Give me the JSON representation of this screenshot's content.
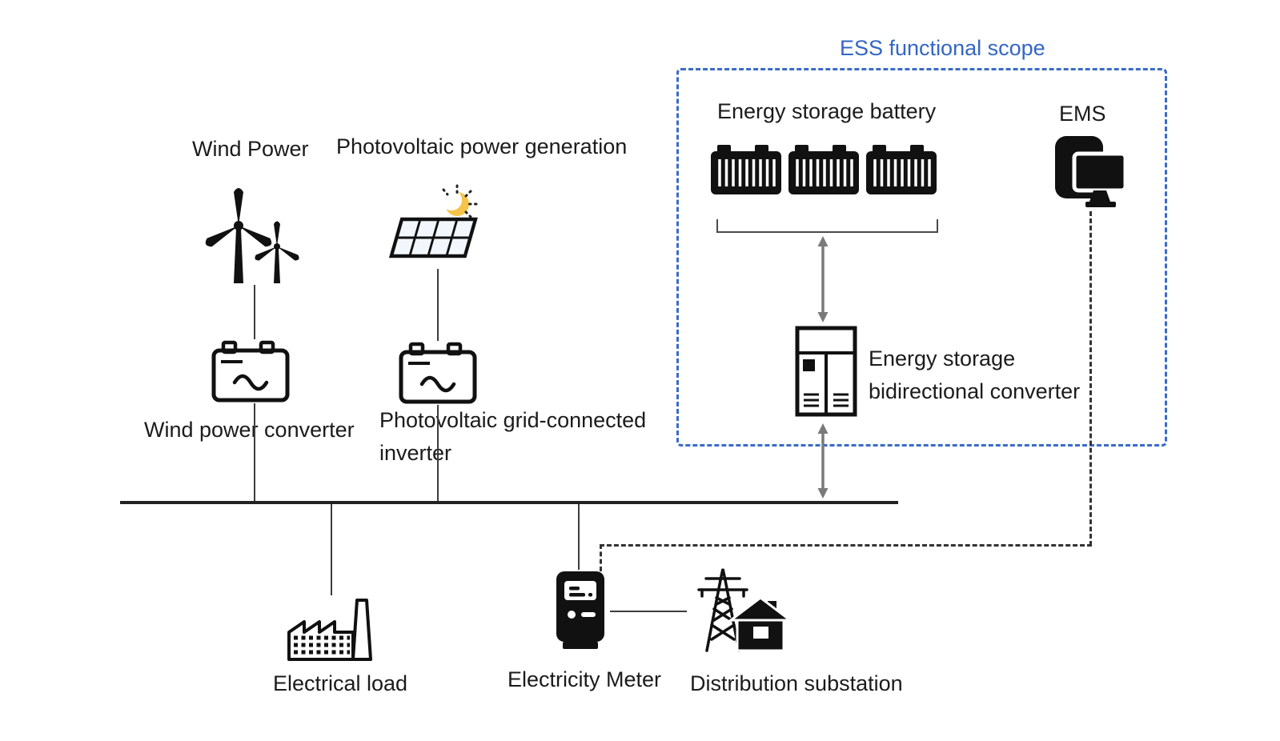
{
  "labels": {
    "ess_scope": "ESS functional scope",
    "energy_storage_battery": "Energy storage battery",
    "ems": "EMS",
    "wind_power": "Wind Power",
    "pv_generation": "Photovoltaic power generation",
    "wind_converter": "Wind power converter",
    "pv_inverter": "Photovoltaic grid-connected inverter",
    "es_bidirectional_converter": "Energy storage bidirectional converter",
    "electrical_load": "Electrical load",
    "electricity_meter": "Electricity Meter",
    "distribution_substation": "Distribution substation"
  },
  "icons": [
    "wind-turbine-icon",
    "solar-panel-icon",
    "wind-converter-icon",
    "pv-inverter-icon",
    "battery-bank-icon",
    "ems-computer-icon",
    "bidirectional-converter-icon",
    "factory-icon",
    "electricity-meter-icon",
    "substation-icon",
    "double-arrow-icon"
  ],
  "colors": {
    "accent_blue": "#3a6bc8",
    "label_blue": "#3466c4",
    "icon_black": "#111111",
    "connector": "#3d3d3d",
    "arrow_gray": "#7a7a7a",
    "sun_yellow": "#f6c44a"
  }
}
